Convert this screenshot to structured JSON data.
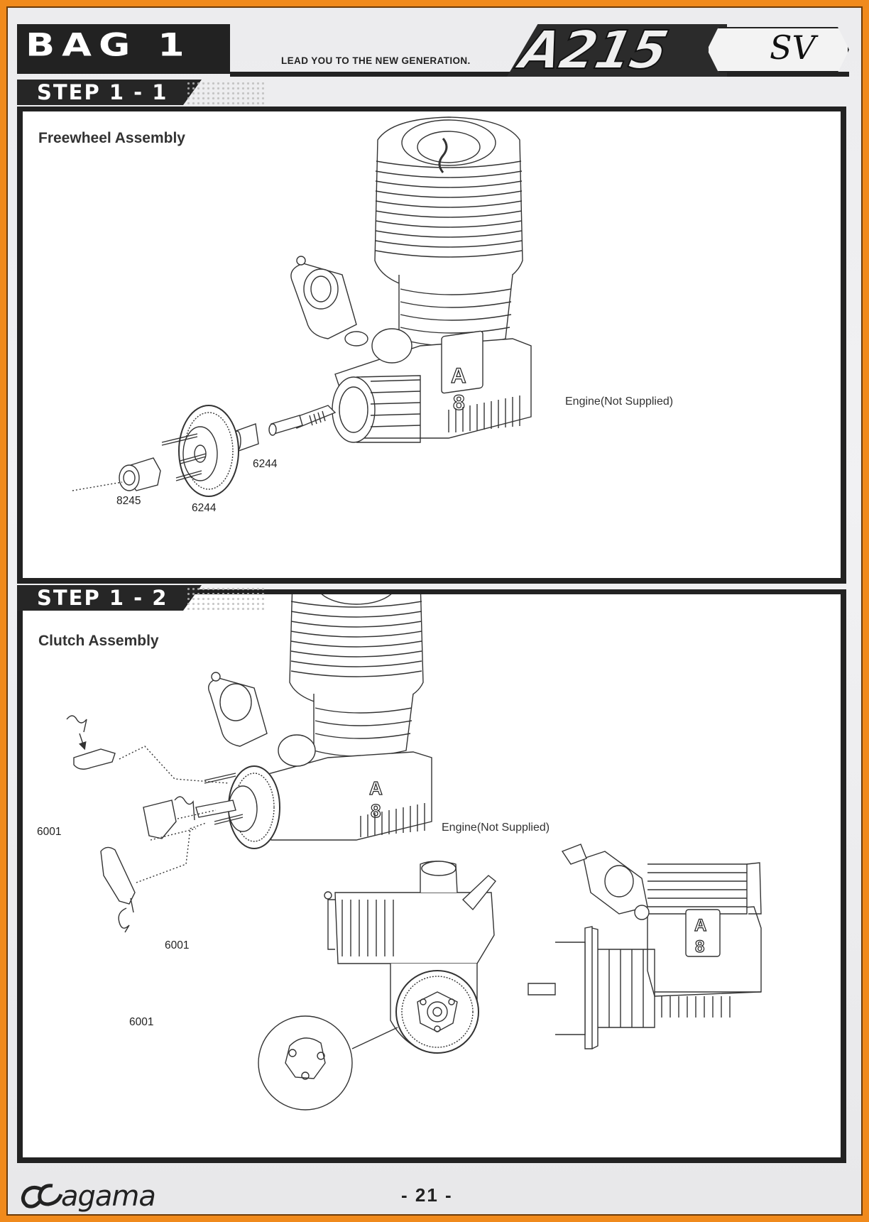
{
  "header": {
    "bag_title": "BAG 1",
    "tagline": "LEAD YOU TO THE NEW GENERATION.",
    "brand_logo": "A215",
    "brand_badge": "SV"
  },
  "step1": {
    "tab": "STEP 1 - 1",
    "title": "Freewheel Assembly",
    "engine_label": "Engine(Not Supplied)",
    "parts": [
      "8245",
      "6244",
      "6244"
    ]
  },
  "step2": {
    "tab": "STEP 1 - 2",
    "title": "Clutch Assembly",
    "engine_label": "Engine(Not Supplied)",
    "parts": [
      "6001",
      "6001",
      "6001"
    ]
  },
  "footer": {
    "brand": "agama",
    "page_number": "- 21 -"
  },
  "engine_badge": {
    "line1": "A",
    "line2": "8"
  }
}
